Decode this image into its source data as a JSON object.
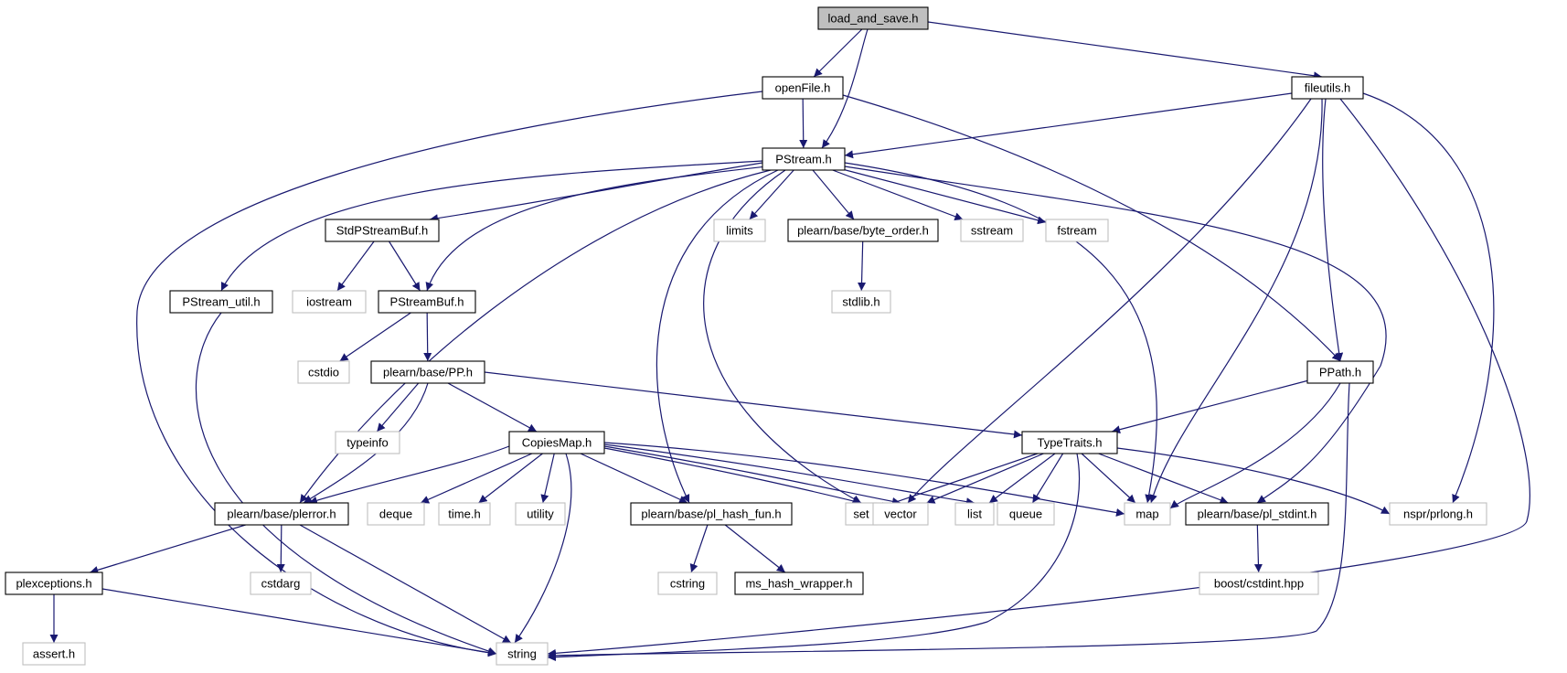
{
  "graph": {
    "colors": {
      "edge": "#191970",
      "node_border": "#000000",
      "external_border": "#bfbfbf",
      "focus_fill": "#bfbfbf",
      "fill": "#ffffff",
      "label": "#000000"
    },
    "nodes": [
      {
        "id": "load_and_save",
        "label": "load_and_save.h",
        "kind": "focus"
      },
      {
        "id": "openFile",
        "label": "openFile.h",
        "kind": "internal"
      },
      {
        "id": "fileutils",
        "label": "fileutils.h",
        "kind": "internal"
      },
      {
        "id": "PStream",
        "label": "PStream.h",
        "kind": "internal"
      },
      {
        "id": "StdPStreamBuf",
        "label": "StdPStreamBuf.h",
        "kind": "internal"
      },
      {
        "id": "limits",
        "label": "limits",
        "kind": "external"
      },
      {
        "id": "byte_order",
        "label": "plearn/base/byte_order.h",
        "kind": "internal"
      },
      {
        "id": "sstream",
        "label": "sstream",
        "kind": "external"
      },
      {
        "id": "fstream",
        "label": "fstream",
        "kind": "external"
      },
      {
        "id": "PStream_util",
        "label": "PStream_util.h",
        "kind": "internal"
      },
      {
        "id": "iostream",
        "label": "iostream",
        "kind": "external"
      },
      {
        "id": "PStreamBuf",
        "label": "PStreamBuf.h",
        "kind": "internal"
      },
      {
        "id": "stdlib",
        "label": "stdlib.h",
        "kind": "external"
      },
      {
        "id": "cstdio",
        "label": "cstdio",
        "kind": "external"
      },
      {
        "id": "PP",
        "label": "plearn/base/PP.h",
        "kind": "internal"
      },
      {
        "id": "PPath",
        "label": "PPath.h",
        "kind": "internal"
      },
      {
        "id": "typeinfo",
        "label": "typeinfo",
        "kind": "external"
      },
      {
        "id": "CopiesMap",
        "label": "CopiesMap.h",
        "kind": "internal"
      },
      {
        "id": "TypeTraits",
        "label": "TypeTraits.h",
        "kind": "internal"
      },
      {
        "id": "plerror",
        "label": "plearn/base/plerror.h",
        "kind": "internal"
      },
      {
        "id": "deque",
        "label": "deque",
        "kind": "external"
      },
      {
        "id": "time",
        "label": "time.h",
        "kind": "external"
      },
      {
        "id": "utility",
        "label": "utility",
        "kind": "external"
      },
      {
        "id": "pl_hash_fun",
        "label": "plearn/base/pl_hash_fun.h",
        "kind": "internal"
      },
      {
        "id": "set",
        "label": "set",
        "kind": "external"
      },
      {
        "id": "vector",
        "label": "vector",
        "kind": "external"
      },
      {
        "id": "list",
        "label": "list",
        "kind": "external"
      },
      {
        "id": "queue",
        "label": "queue",
        "kind": "external"
      },
      {
        "id": "map",
        "label": "map",
        "kind": "external"
      },
      {
        "id": "pl_stdint",
        "label": "plearn/base/pl_stdint.h",
        "kind": "internal"
      },
      {
        "id": "prlong",
        "label": "nspr/prlong.h",
        "kind": "external"
      },
      {
        "id": "cstdarg",
        "label": "cstdarg",
        "kind": "external"
      },
      {
        "id": "cstring",
        "label": "cstring",
        "kind": "external"
      },
      {
        "id": "ms_hash_wrapper",
        "label": "ms_hash_wrapper.h",
        "kind": "internal"
      },
      {
        "id": "boost_cstdint",
        "label": "boost/cstdint.hpp",
        "kind": "external"
      },
      {
        "id": "plexceptions",
        "label": "plexceptions.h",
        "kind": "internal"
      },
      {
        "id": "assert",
        "label": "assert.h",
        "kind": "external"
      },
      {
        "id": "string",
        "label": "string",
        "kind": "external"
      }
    ],
    "edges": [
      [
        "load_and_save",
        "openFile"
      ],
      [
        "load_and_save",
        "PStream"
      ],
      [
        "load_and_save",
        "fileutils"
      ],
      [
        "openFile",
        "PStream"
      ],
      [
        "openFile",
        "string"
      ],
      [
        "openFile",
        "PPath"
      ],
      [
        "fileutils",
        "PStream"
      ],
      [
        "fileutils",
        "vector"
      ],
      [
        "fileutils",
        "map"
      ],
      [
        "fileutils",
        "PPath"
      ],
      [
        "fileutils",
        "string"
      ],
      [
        "fileutils",
        "prlong"
      ],
      [
        "PStream",
        "PStream_util"
      ],
      [
        "PStream",
        "StdPStreamBuf"
      ],
      [
        "PStream",
        "PStreamBuf"
      ],
      [
        "PStream",
        "plerror"
      ],
      [
        "PStream",
        "pl_hash_fun"
      ],
      [
        "PStream",
        "set"
      ],
      [
        "PStream",
        "limits"
      ],
      [
        "PStream",
        "byte_order"
      ],
      [
        "PStream",
        "sstream"
      ],
      [
        "PStream",
        "fstream"
      ],
      [
        "PStream",
        "map"
      ],
      [
        "PStream",
        "pl_stdint"
      ],
      [
        "StdPStreamBuf",
        "iostream"
      ],
      [
        "StdPStreamBuf",
        "PStreamBuf"
      ],
      [
        "byte_order",
        "stdlib"
      ],
      [
        "PStream_util",
        "string"
      ],
      [
        "PStreamBuf",
        "cstdio"
      ],
      [
        "PStreamBuf",
        "PP"
      ],
      [
        "PP",
        "typeinfo"
      ],
      [
        "PP",
        "plerror"
      ],
      [
        "PP",
        "CopiesMap"
      ],
      [
        "PP",
        "TypeTraits"
      ],
      [
        "PPath",
        "TypeTraits"
      ],
      [
        "PPath",
        "map"
      ],
      [
        "PPath",
        "string"
      ],
      [
        "CopiesMap",
        "plerror"
      ],
      [
        "CopiesMap",
        "deque"
      ],
      [
        "CopiesMap",
        "time"
      ],
      [
        "CopiesMap",
        "utility"
      ],
      [
        "CopiesMap",
        "pl_hash_fun"
      ],
      [
        "CopiesMap",
        "set"
      ],
      [
        "CopiesMap",
        "vector"
      ],
      [
        "CopiesMap",
        "list"
      ],
      [
        "CopiesMap",
        "map"
      ],
      [
        "CopiesMap",
        "string"
      ],
      [
        "TypeTraits",
        "set"
      ],
      [
        "TypeTraits",
        "vector"
      ],
      [
        "TypeTraits",
        "list"
      ],
      [
        "TypeTraits",
        "queue"
      ],
      [
        "TypeTraits",
        "map"
      ],
      [
        "TypeTraits",
        "pl_stdint"
      ],
      [
        "TypeTraits",
        "prlong"
      ],
      [
        "TypeTraits",
        "string"
      ],
      [
        "plerror",
        "plexceptions"
      ],
      [
        "plerror",
        "cstdarg"
      ],
      [
        "plerror",
        "string"
      ],
      [
        "pl_hash_fun",
        "cstring"
      ],
      [
        "pl_hash_fun",
        "ms_hash_wrapper"
      ],
      [
        "pl_stdint",
        "boost_cstdint"
      ],
      [
        "plexceptions",
        "assert"
      ],
      [
        "plexceptions",
        "string"
      ]
    ]
  }
}
